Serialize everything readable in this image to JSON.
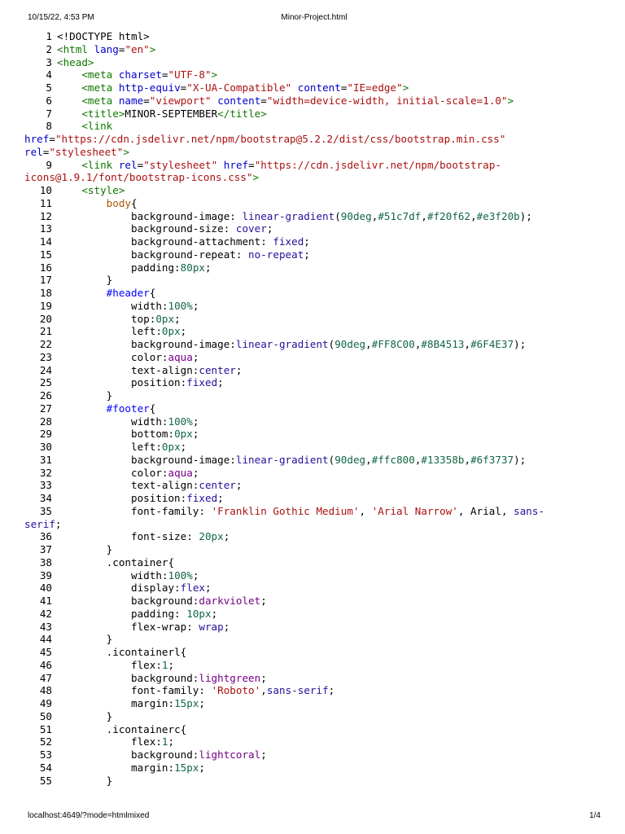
{
  "header": {
    "datetime": "10/15/22, 4:53 PM",
    "title": "Minor-Project.html"
  },
  "footer": {
    "url": "localhost:4649/?mode=htmlmixed",
    "page": "1/4"
  },
  "code": {
    "lines": [
      {
        "n": "1",
        "parts": [
          [
            "t-plain",
            "<!DOCTYPE html>"
          ]
        ]
      },
      {
        "n": "2",
        "parts": [
          [
            "t-tag",
            "<html "
          ],
          [
            "t-attr",
            "lang"
          ],
          [
            "t-plain",
            "="
          ],
          [
            "t-str",
            "\"en\""
          ],
          [
            "t-tag",
            ">"
          ]
        ]
      },
      {
        "n": "3",
        "parts": [
          [
            "t-tag",
            "<head>"
          ]
        ]
      },
      {
        "n": "4",
        "parts": [
          [
            "t-plain",
            "    "
          ],
          [
            "t-tag",
            "<meta "
          ],
          [
            "t-attr",
            "charset"
          ],
          [
            "t-plain",
            "="
          ],
          [
            "t-str",
            "\"UTF-8\""
          ],
          [
            "t-tag",
            ">"
          ]
        ]
      },
      {
        "n": "5",
        "parts": [
          [
            "t-plain",
            "    "
          ],
          [
            "t-tag",
            "<meta "
          ],
          [
            "t-attr",
            "http-equiv"
          ],
          [
            "t-plain",
            "="
          ],
          [
            "t-str",
            "\"X-UA-Compatible\""
          ],
          [
            "t-plain",
            " "
          ],
          [
            "t-attr",
            "content"
          ],
          [
            "t-plain",
            "="
          ],
          [
            "t-str",
            "\"IE=edge\""
          ],
          [
            "t-tag",
            ">"
          ]
        ]
      },
      {
        "n": "6",
        "parts": [
          [
            "t-plain",
            "    "
          ],
          [
            "t-tag",
            "<meta "
          ],
          [
            "t-attr",
            "name"
          ],
          [
            "t-plain",
            "="
          ],
          [
            "t-str",
            "\"viewport\""
          ],
          [
            "t-plain",
            " "
          ],
          [
            "t-attr",
            "content"
          ],
          [
            "t-plain",
            "="
          ],
          [
            "t-str",
            "\"width=device-width, initial-scale=1.0\""
          ],
          [
            "t-tag",
            ">"
          ]
        ]
      },
      {
        "n": "7",
        "parts": [
          [
            "t-plain",
            "    "
          ],
          [
            "t-tag",
            "<title>"
          ],
          [
            "t-plain",
            "MINOR-SEPTEMBER"
          ],
          [
            "t-tag",
            "</title>"
          ]
        ]
      },
      {
        "n": "8",
        "parts": [
          [
            "t-plain",
            "    "
          ],
          [
            "t-tag",
            "<link"
          ]
        ],
        "cont": [
          [
            [
              "t-attr",
              "href"
            ],
            [
              "t-plain",
              "="
            ],
            [
              "t-str",
              "\"https://cdn.jsdelivr.net/npm/bootstrap@5.2.2/dist/css/bootstrap.min.css\""
            ]
          ],
          [
            [
              "t-attr",
              "rel"
            ],
            [
              "t-plain",
              "="
            ],
            [
              "t-str",
              "\"stylesheet\""
            ],
            [
              "t-tag",
              ">"
            ]
          ]
        ]
      },
      {
        "n": "9",
        "parts": [
          [
            "t-plain",
            "    "
          ],
          [
            "t-tag",
            "<link "
          ],
          [
            "t-attr",
            "rel"
          ],
          [
            "t-plain",
            "="
          ],
          [
            "t-str",
            "\"stylesheet\""
          ],
          [
            "t-plain",
            " "
          ],
          [
            "t-attr",
            "href"
          ],
          [
            "t-plain",
            "="
          ],
          [
            "t-str",
            "\"https://cdn.jsdelivr.net/npm/bootstrap-"
          ]
        ],
        "cont": [
          [
            [
              "t-str",
              "icons@1.9.1/font/bootstrap-icons.css\""
            ],
            [
              "t-tag",
              ">"
            ]
          ]
        ]
      },
      {
        "n": "10",
        "parts": [
          [
            "t-plain",
            "    "
          ],
          [
            "t-tag",
            "<style>"
          ]
        ]
      },
      {
        "n": "11",
        "parts": [
          [
            "t-plain",
            "        "
          ],
          [
            "t-name",
            "body"
          ],
          [
            "t-plain",
            "{"
          ]
        ]
      },
      {
        "n": "12",
        "parts": [
          [
            "t-plain",
            "            background-image: "
          ],
          [
            "t-fun",
            "linear-gradient"
          ],
          [
            "t-plain",
            "("
          ],
          [
            "t-num",
            "90deg"
          ],
          [
            "t-plain",
            ","
          ],
          [
            "t-num",
            "#51c7df"
          ],
          [
            "t-plain",
            ","
          ],
          [
            "t-num",
            "#f20f62"
          ],
          [
            "t-plain",
            ","
          ],
          [
            "t-num",
            "#e3f20b"
          ],
          [
            "t-plain",
            ");"
          ]
        ]
      },
      {
        "n": "13",
        "parts": [
          [
            "t-plain",
            "            background-size: "
          ],
          [
            "t-val",
            "cover"
          ],
          [
            "t-plain",
            ";"
          ]
        ]
      },
      {
        "n": "14",
        "parts": [
          [
            "t-plain",
            "            background-attachment: "
          ],
          [
            "t-val",
            "fixed"
          ],
          [
            "t-plain",
            ";"
          ]
        ]
      },
      {
        "n": "15",
        "parts": [
          [
            "t-plain",
            "            background-repeat: "
          ],
          [
            "t-val",
            "no-repeat"
          ],
          [
            "t-plain",
            ";"
          ]
        ]
      },
      {
        "n": "16",
        "parts": [
          [
            "t-plain",
            "            padding:"
          ],
          [
            "t-num",
            "80px"
          ],
          [
            "t-plain",
            ";"
          ]
        ]
      },
      {
        "n": "17",
        "parts": [
          [
            "t-plain",
            "        }"
          ]
        ]
      },
      {
        "n": "18",
        "parts": [
          [
            "t-plain",
            "        "
          ],
          [
            "t-id",
            "#header"
          ],
          [
            "t-plain",
            "{"
          ]
        ]
      },
      {
        "n": "19",
        "parts": [
          [
            "t-plain",
            "            width:"
          ],
          [
            "t-num",
            "100%"
          ],
          [
            "t-plain",
            ";"
          ]
        ]
      },
      {
        "n": "20",
        "parts": [
          [
            "t-plain",
            "            top:"
          ],
          [
            "t-num",
            "0px"
          ],
          [
            "t-plain",
            ";"
          ]
        ]
      },
      {
        "n": "21",
        "parts": [
          [
            "t-plain",
            "            left:"
          ],
          [
            "t-num",
            "0px"
          ],
          [
            "t-plain",
            ";"
          ]
        ]
      },
      {
        "n": "22",
        "parts": [
          [
            "t-plain",
            "            background-image:"
          ],
          [
            "t-fun",
            "linear-gradient"
          ],
          [
            "t-plain",
            "("
          ],
          [
            "t-num",
            "90deg"
          ],
          [
            "t-plain",
            ","
          ],
          [
            "t-num",
            "#FF8C00"
          ],
          [
            "t-plain",
            ","
          ],
          [
            "t-num",
            "#8B4513"
          ],
          [
            "t-plain",
            ","
          ],
          [
            "t-num",
            "#6F4E37"
          ],
          [
            "t-plain",
            ");"
          ]
        ]
      },
      {
        "n": "23",
        "parts": [
          [
            "t-plain",
            "            color:"
          ],
          [
            "t-violet",
            "aqua"
          ],
          [
            "t-plain",
            ";"
          ]
        ]
      },
      {
        "n": "24",
        "parts": [
          [
            "t-plain",
            "            text-align:"
          ],
          [
            "t-val",
            "center"
          ],
          [
            "t-plain",
            ";"
          ]
        ]
      },
      {
        "n": "25",
        "parts": [
          [
            "t-plain",
            "            position:"
          ],
          [
            "t-val",
            "fixed"
          ],
          [
            "t-plain",
            ";"
          ]
        ]
      },
      {
        "n": "26",
        "parts": [
          [
            "t-plain",
            "        }"
          ]
        ]
      },
      {
        "n": "27",
        "parts": [
          [
            "t-plain",
            "        "
          ],
          [
            "t-id",
            "#footer"
          ],
          [
            "t-plain",
            "{"
          ]
        ]
      },
      {
        "n": "28",
        "parts": [
          [
            "t-plain",
            "            width:"
          ],
          [
            "t-num",
            "100%"
          ],
          [
            "t-plain",
            ";"
          ]
        ]
      },
      {
        "n": "29",
        "parts": [
          [
            "t-plain",
            "            bottom:"
          ],
          [
            "t-num",
            "0px"
          ],
          [
            "t-plain",
            ";"
          ]
        ]
      },
      {
        "n": "30",
        "parts": [
          [
            "t-plain",
            "            left:"
          ],
          [
            "t-num",
            "0px"
          ],
          [
            "t-plain",
            ";"
          ]
        ]
      },
      {
        "n": "31",
        "parts": [
          [
            "t-plain",
            "            background-image:"
          ],
          [
            "t-fun",
            "linear-gradient"
          ],
          [
            "t-plain",
            "("
          ],
          [
            "t-num",
            "90deg"
          ],
          [
            "t-plain",
            ","
          ],
          [
            "t-num",
            "#ffc800"
          ],
          [
            "t-plain",
            ","
          ],
          [
            "t-num",
            "#13358b"
          ],
          [
            "t-plain",
            ","
          ],
          [
            "t-num",
            "#6f3737"
          ],
          [
            "t-plain",
            ");"
          ]
        ]
      },
      {
        "n": "32",
        "parts": [
          [
            "t-plain",
            "            color:"
          ],
          [
            "t-violet",
            "aqua"
          ],
          [
            "t-plain",
            ";"
          ]
        ]
      },
      {
        "n": "33",
        "parts": [
          [
            "t-plain",
            "            text-align:"
          ],
          [
            "t-val",
            "center"
          ],
          [
            "t-plain",
            ";"
          ]
        ]
      },
      {
        "n": "34",
        "parts": [
          [
            "t-plain",
            "            position:"
          ],
          [
            "t-val",
            "fixed"
          ],
          [
            "t-plain",
            ";"
          ]
        ]
      },
      {
        "n": "35",
        "parts": [
          [
            "t-plain",
            "            font-family: "
          ],
          [
            "t-str",
            "'Franklin Gothic Medium'"
          ],
          [
            "t-plain",
            ", "
          ],
          [
            "t-str",
            "'Arial Narrow'"
          ],
          [
            "t-plain",
            ", Arial, "
          ],
          [
            "t-val",
            "sans-"
          ]
        ],
        "cont": [
          [
            [
              "t-val",
              "serif"
            ],
            [
              "t-plain",
              ";"
            ]
          ]
        ]
      },
      {
        "n": "36",
        "parts": [
          [
            "t-plain",
            "            font-size: "
          ],
          [
            "t-num",
            "20px"
          ],
          [
            "t-plain",
            ";"
          ]
        ]
      },
      {
        "n": "37",
        "parts": [
          [
            "t-plain",
            "        }"
          ]
        ]
      },
      {
        "n": "38",
        "parts": [
          [
            "t-plain",
            "        "
          ],
          [
            "t-cls",
            ".container"
          ],
          [
            "t-plain",
            "{"
          ]
        ]
      },
      {
        "n": "39",
        "parts": [
          [
            "t-plain",
            "            width:"
          ],
          [
            "t-num",
            "100%"
          ],
          [
            "t-plain",
            ";"
          ]
        ]
      },
      {
        "n": "40",
        "parts": [
          [
            "t-plain",
            "            display:"
          ],
          [
            "t-val",
            "flex"
          ],
          [
            "t-plain",
            ";"
          ]
        ]
      },
      {
        "n": "41",
        "parts": [
          [
            "t-plain",
            "            background:"
          ],
          [
            "t-violet",
            "darkviolet"
          ],
          [
            "t-plain",
            ";"
          ]
        ]
      },
      {
        "n": "42",
        "parts": [
          [
            "t-plain",
            "            padding: "
          ],
          [
            "t-num",
            "10px"
          ],
          [
            "t-plain",
            ";"
          ]
        ]
      },
      {
        "n": "43",
        "parts": [
          [
            "t-plain",
            "            flex-wrap: "
          ],
          [
            "t-val",
            "wrap"
          ],
          [
            "t-plain",
            ";"
          ]
        ]
      },
      {
        "n": "44",
        "parts": [
          [
            "t-plain",
            "        }"
          ]
        ]
      },
      {
        "n": "45",
        "parts": [
          [
            "t-plain",
            "        "
          ],
          [
            "t-cls",
            ".icontainerl"
          ],
          [
            "t-plain",
            "{"
          ]
        ]
      },
      {
        "n": "46",
        "parts": [
          [
            "t-plain",
            "            flex:"
          ],
          [
            "t-num",
            "1"
          ],
          [
            "t-plain",
            ";"
          ]
        ]
      },
      {
        "n": "47",
        "parts": [
          [
            "t-plain",
            "            background:"
          ],
          [
            "t-violet",
            "lightgreen"
          ],
          [
            "t-plain",
            ";"
          ]
        ]
      },
      {
        "n": "48",
        "parts": [
          [
            "t-plain",
            "            font-family: "
          ],
          [
            "t-str",
            "'Roboto'"
          ],
          [
            "t-plain",
            ","
          ],
          [
            "t-val",
            "sans-serif"
          ],
          [
            "t-plain",
            ";"
          ]
        ]
      },
      {
        "n": "49",
        "parts": [
          [
            "t-plain",
            "            margin:"
          ],
          [
            "t-num",
            "15px"
          ],
          [
            "t-plain",
            ";"
          ]
        ]
      },
      {
        "n": "50",
        "parts": [
          [
            "t-plain",
            "        }"
          ]
        ]
      },
      {
        "n": "51",
        "parts": [
          [
            "t-plain",
            "        "
          ],
          [
            "t-cls",
            ".icontainerc"
          ],
          [
            "t-plain",
            "{"
          ]
        ]
      },
      {
        "n": "52",
        "parts": [
          [
            "t-plain",
            "            flex:"
          ],
          [
            "t-num",
            "1"
          ],
          [
            "t-plain",
            ";"
          ]
        ]
      },
      {
        "n": "53",
        "parts": [
          [
            "t-plain",
            "            background:"
          ],
          [
            "t-violet",
            "lightcoral"
          ],
          [
            "t-plain",
            ";"
          ]
        ]
      },
      {
        "n": "54",
        "parts": [
          [
            "t-plain",
            "            margin:"
          ],
          [
            "t-num",
            "15px"
          ],
          [
            "t-plain",
            ";"
          ]
        ]
      },
      {
        "n": "55",
        "parts": [
          [
            "t-plain",
            "        }"
          ]
        ]
      }
    ]
  }
}
